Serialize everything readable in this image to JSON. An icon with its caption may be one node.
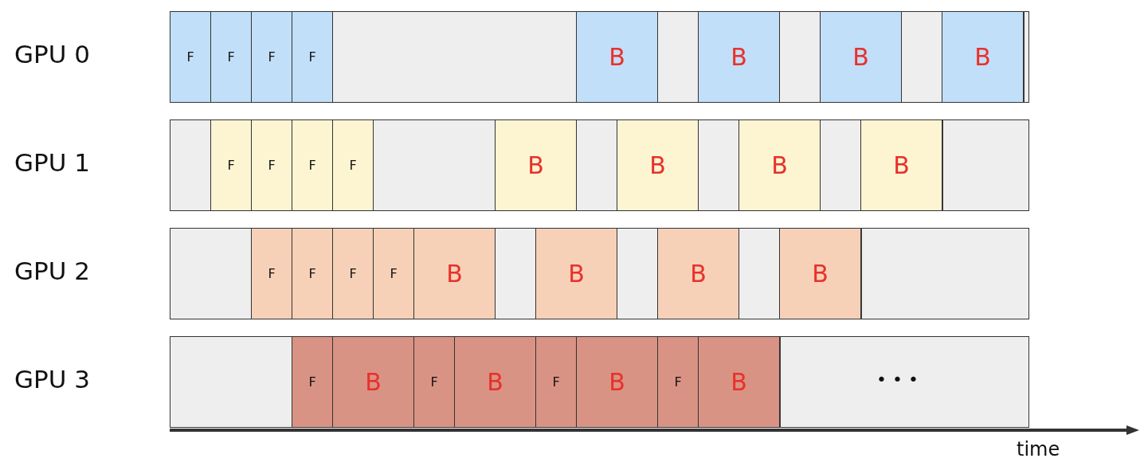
{
  "diagram": {
    "nodes": [
      {
        "text": [
          "GPU 0"
        ]
      },
      {
        "text": [
          "F"
        ],
        "in": 0
      },
      {
        "text": [
          "F"
        ],
        "in": 0
      },
      {
        "text": [
          "F"
        ],
        "in": 0
      },
      {
        "text": [
          "F"
        ],
        "in": 0
      },
      {
        "text": [
          "B"
        ],
        "in": 0
      },
      {
        "text": [
          "B"
        ],
        "in": 0
      },
      {
        "text": [
          "B"
        ],
        "in": 0
      },
      {
        "text": [
          "B"
        ],
        "in": 0
      },
      {
        "text": [
          "GPU 1"
        ]
      },
      {
        "text": [
          "F"
        ],
        "in": 9
      },
      {
        "text": [
          "F"
        ],
        "in": 9
      },
      {
        "text": [
          "F"
        ],
        "in": 9
      },
      {
        "text": [
          "F"
        ],
        "in": 9
      },
      {
        "text": [
          "B"
        ],
        "in": 9
      },
      {
        "text": [
          "B"
        ],
        "in": 9
      },
      {
        "text": [
          "B"
        ],
        "in": 9
      },
      {
        "text": [
          "B"
        ],
        "in": 9
      },
      {
        "text": [
          "GPU 2"
        ]
      },
      {
        "text": [
          "F"
        ],
        "in": 18
      },
      {
        "text": [
          "F"
        ],
        "in": 18
      },
      {
        "text": [
          "F"
        ],
        "in": 18
      },
      {
        "text": [
          "F"
        ],
        "in": 18
      },
      {
        "text": [
          "B"
        ],
        "in": 18
      },
      {
        "text": [
          "B"
        ],
        "in": 18
      },
      {
        "text": [
          "B"
        ],
        "in": 18
      },
      {
        "text": [
          "B"
        ],
        "in": 18
      },
      {
        "text": [
          "GPU 3"
        ]
      },
      {
        "text": [
          "F"
        ],
        "in": 27
      },
      {
        "text": [
          "B"
        ],
        "in": 27
      },
      {
        "text": [
          "F"
        ],
        "in": 27
      },
      {
        "text": [
          "B"
        ],
        "in": 27
      },
      {
        "text": [
          "F"
        ],
        "in": 27
      },
      {
        "text": [
          "B"
        ],
        "in": 27
      },
      {
        "text": [
          "F"
        ],
        "in": 27
      },
      {
        "text": [
          "B"
        ],
        "in": 27
      }
    ],
    "edges": [],
    "labels": [
      "• • •",
      "time"
    ]
  }
}
